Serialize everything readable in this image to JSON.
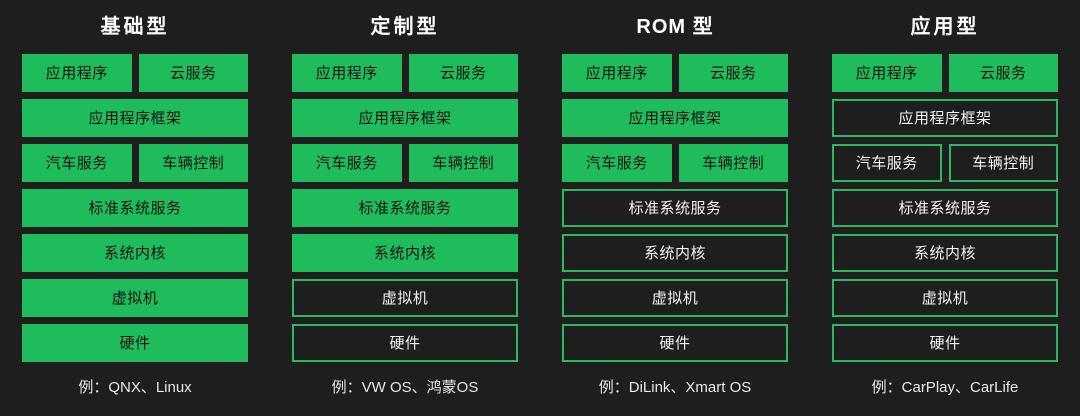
{
  "diagram": {
    "background_color": "#1e1e1e",
    "accent_color": "#1fbc5c",
    "outline_color": "#2cb85c",
    "filled_text_color": "#121212",
    "outlined_text_color": "#f2f2f2",
    "title_color": "#ffffff",
    "layer_names": [
      "应用程序",
      "云服务",
      "应用程序框架",
      "汽车服务",
      "车辆控制",
      "标准系统服务",
      "系统内核",
      "虚拟机",
      "硬件"
    ]
  },
  "columns": [
    {
      "id": "basic",
      "title": "基础型",
      "title_is_latin": false,
      "footer": "例：QNX、Linux",
      "rows": [
        {
          "type": "split",
          "cells": [
            {
              "label": "应用程序",
              "style": "filled"
            },
            {
              "label": "云服务",
              "style": "filled"
            }
          ]
        },
        {
          "type": "single",
          "cells": [
            {
              "label": "应用程序框架",
              "style": "filled"
            }
          ]
        },
        {
          "type": "split",
          "cells": [
            {
              "label": "汽车服务",
              "style": "filled"
            },
            {
              "label": "车辆控制",
              "style": "filled"
            }
          ]
        },
        {
          "type": "single",
          "cells": [
            {
              "label": "标准系统服务",
              "style": "filled"
            }
          ]
        },
        {
          "type": "single",
          "cells": [
            {
              "label": "系统内核",
              "style": "filled"
            }
          ]
        },
        {
          "type": "single",
          "cells": [
            {
              "label": "虚拟机",
              "style": "filled"
            }
          ]
        },
        {
          "type": "single",
          "cells": [
            {
              "label": "硬件",
              "style": "filled"
            }
          ]
        }
      ]
    },
    {
      "id": "custom",
      "title": "定制型",
      "title_is_latin": false,
      "footer": "例：VW OS、鸿蒙OS",
      "rows": [
        {
          "type": "split",
          "cells": [
            {
              "label": "应用程序",
              "style": "filled"
            },
            {
              "label": "云服务",
              "style": "filled"
            }
          ]
        },
        {
          "type": "single",
          "cells": [
            {
              "label": "应用程序框架",
              "style": "filled"
            }
          ]
        },
        {
          "type": "split",
          "cells": [
            {
              "label": "汽车服务",
              "style": "filled"
            },
            {
              "label": "车辆控制",
              "style": "filled"
            }
          ]
        },
        {
          "type": "single",
          "cells": [
            {
              "label": "标准系统服务",
              "style": "filled"
            }
          ]
        },
        {
          "type": "single",
          "cells": [
            {
              "label": "系统内核",
              "style": "filled"
            }
          ]
        },
        {
          "type": "single",
          "cells": [
            {
              "label": "虚拟机",
              "style": "outlined"
            }
          ]
        },
        {
          "type": "single",
          "cells": [
            {
              "label": "硬件",
              "style": "outlined"
            }
          ]
        }
      ]
    },
    {
      "id": "rom",
      "title": "ROM 型",
      "title_is_latin": true,
      "footer": "例：DiLink、Xmart OS",
      "rows": [
        {
          "type": "split",
          "cells": [
            {
              "label": "应用程序",
              "style": "filled"
            },
            {
              "label": "云服务",
              "style": "filled"
            }
          ]
        },
        {
          "type": "single",
          "cells": [
            {
              "label": "应用程序框架",
              "style": "filled"
            }
          ]
        },
        {
          "type": "split",
          "cells": [
            {
              "label": "汽车服务",
              "style": "filled"
            },
            {
              "label": "车辆控制",
              "style": "filled"
            }
          ]
        },
        {
          "type": "single",
          "cells": [
            {
              "label": "标准系统服务",
              "style": "outlined"
            }
          ]
        },
        {
          "type": "single",
          "cells": [
            {
              "label": "系统内核",
              "style": "outlined"
            }
          ]
        },
        {
          "type": "single",
          "cells": [
            {
              "label": "虚拟机",
              "style": "outlined"
            }
          ]
        },
        {
          "type": "single",
          "cells": [
            {
              "label": "硬件",
              "style": "outlined"
            }
          ]
        }
      ]
    },
    {
      "id": "application",
      "title": "应用型",
      "title_is_latin": false,
      "footer": "例：CarPlay、CarLife",
      "rows": [
        {
          "type": "split",
          "cells": [
            {
              "label": "应用程序",
              "style": "filled"
            },
            {
              "label": "云服务",
              "style": "filled"
            }
          ]
        },
        {
          "type": "single",
          "cells": [
            {
              "label": "应用程序框架",
              "style": "outlined"
            }
          ]
        },
        {
          "type": "split",
          "cells": [
            {
              "label": "汽车服务",
              "style": "outlined"
            },
            {
              "label": "车辆控制",
              "style": "outlined"
            }
          ]
        },
        {
          "type": "single",
          "cells": [
            {
              "label": "标准系统服务",
              "style": "outlined"
            }
          ]
        },
        {
          "type": "single",
          "cells": [
            {
              "label": "系统内核",
              "style": "outlined"
            }
          ]
        },
        {
          "type": "single",
          "cells": [
            {
              "label": "虚拟机",
              "style": "outlined"
            }
          ]
        },
        {
          "type": "single",
          "cells": [
            {
              "label": "硬件",
              "style": "outlined"
            }
          ]
        }
      ]
    }
  ]
}
